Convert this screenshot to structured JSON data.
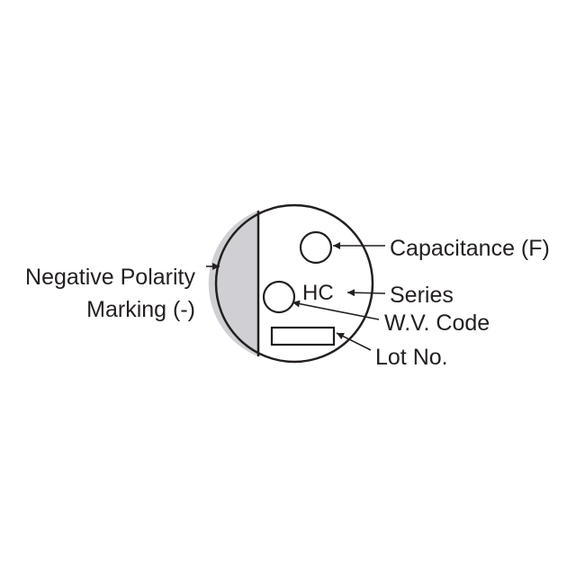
{
  "diagram": {
    "labels": {
      "negative_line1": "Negative Polarity",
      "negative_line2": "Marking (-)",
      "capacitance": "Capacitance (F)",
      "series": "Series",
      "wv_code": "W.V. Code",
      "lot_no": "Lot No.",
      "series_code": "HC"
    },
    "colors": {
      "stroke": "#231f20",
      "polarity_fill": "#d0d0d4",
      "background": "#ffffff"
    }
  }
}
